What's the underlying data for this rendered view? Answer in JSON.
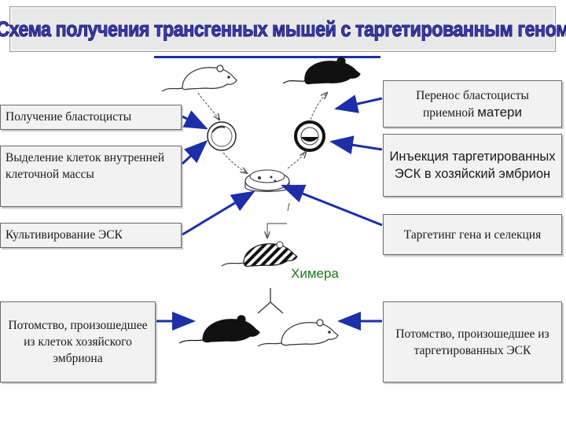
{
  "title": "Схема получения трансгенных мышей с таргетированным геном",
  "labels": {
    "blastocyst": "Получение бластоцисты",
    "icm": "Выделение клеток внутренней клеточной массы",
    "esc": "Культивирование ЭСК",
    "transfer_line1": "Перенос бластоцисты",
    "transfer_line2_a": "приемной ",
    "transfer_line2_b": "матери",
    "injection": "Инъекция таргетированных ЭСК в хозяйский эмбрион",
    "targeting": "Таргетинг гена и селекция",
    "chimera": "Химера",
    "offspring_host": "Потомство, произошедшее из клеток хозяйского эмбриона",
    "offspring_targeted": "Потомство, произошедшее из таргетированных ЭСК"
  },
  "colors": {
    "arrow": "#1c2fa8",
    "title": "#3c3cb4",
    "chimera": "#1c7a1c"
  }
}
